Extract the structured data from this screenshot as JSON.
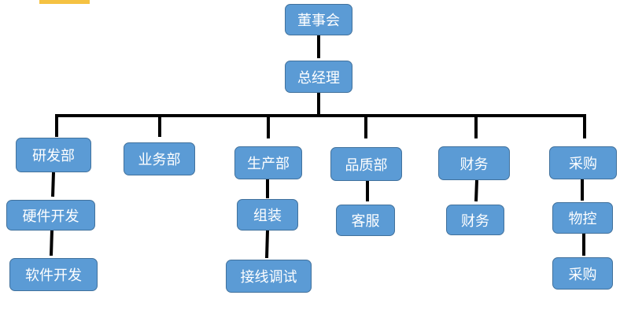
{
  "org": {
    "board": "董事会",
    "gm": "总经理",
    "departments": [
      {
        "name": "研发部",
        "children": [
          "硬件开发",
          "软件开发"
        ]
      },
      {
        "name": "业务部",
        "children": []
      },
      {
        "name": "生产部",
        "children": [
          "组装",
          "接线调试"
        ]
      },
      {
        "name": "品质部",
        "children": [
          "客服"
        ]
      },
      {
        "name": "财务",
        "children": [
          "财务"
        ]
      },
      {
        "name": "采购",
        "children": [
          "物控",
          "采购"
        ]
      }
    ]
  },
  "colors": {
    "box_fill": "#5b9bd5",
    "box_border": "#41719c",
    "connector": "#000000",
    "text": "#ffffff"
  }
}
